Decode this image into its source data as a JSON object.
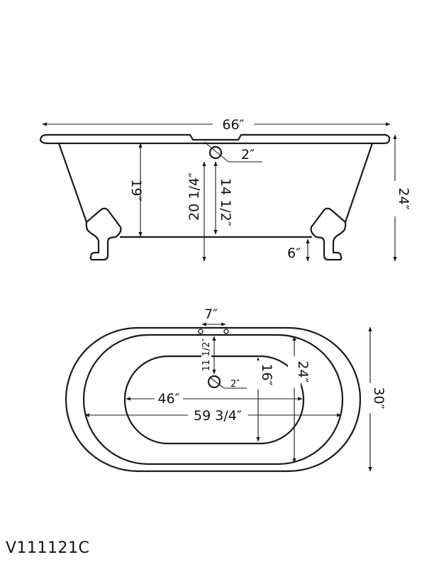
{
  "side_view": {
    "overall_length": "66″",
    "overall_height": "24″",
    "interior_depth": "19″",
    "drain_center_height": "20 1/4″",
    "overflow_to_floor": "14 1/2″",
    "overflow_diameter": "2″",
    "foot_height": "6″"
  },
  "top_view": {
    "faucet_spacing": "7″",
    "faucet_to_drain": "11 1/2″",
    "drain_diameter": "2″",
    "bottom_length": "46″",
    "interior_length": "59 3/4″",
    "bottom_width": "16″",
    "interior_width": "24″",
    "overall_width": "30″"
  },
  "model_number": "V111121C",
  "colors": {
    "line": "#1a1a1a",
    "background": "#ffffff"
  }
}
